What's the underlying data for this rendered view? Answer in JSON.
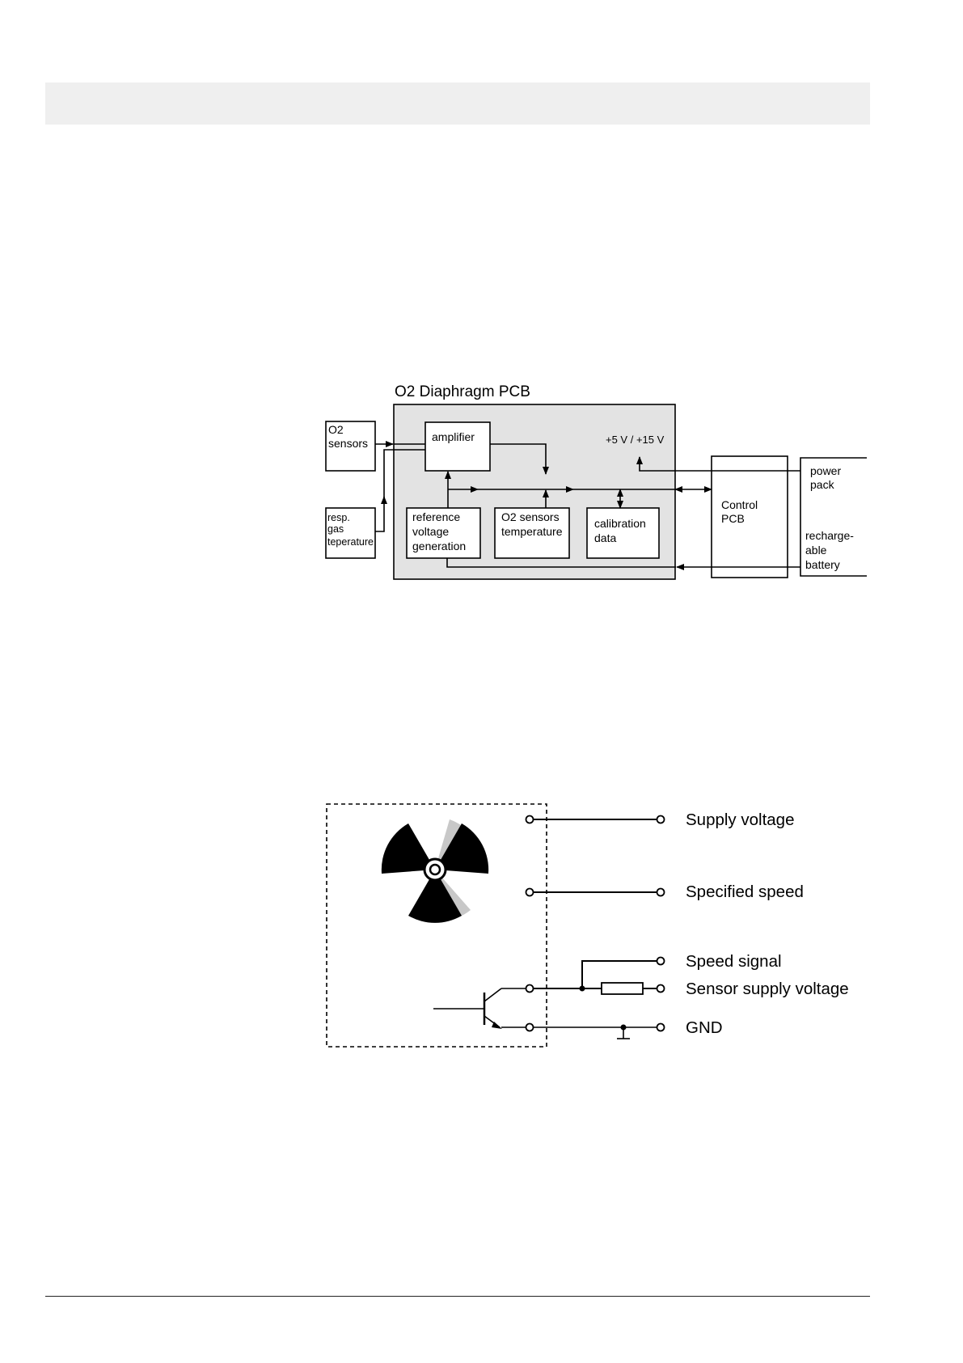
{
  "diagram1": {
    "title": "O2 Diaphragm PCB",
    "o2_sensors": [
      "O2",
      "sensors"
    ],
    "resp_gas": [
      "resp.",
      "gas",
      "teperature"
    ],
    "amplifier": "amplifier",
    "reference": [
      "reference",
      "voltage",
      "generation"
    ],
    "o2_temp": [
      "O2 sensors",
      "temperature"
    ],
    "calibration": [
      "calibration",
      "data"
    ],
    "voltage": "+5 V / +15 V",
    "control": [
      "Control",
      "PCB"
    ],
    "power_pack": [
      "power",
      "pack"
    ],
    "battery": [
      "recharge-",
      "able",
      "battery"
    ]
  },
  "diagram2": {
    "labels": {
      "supply_voltage": "Supply voltage",
      "specified_speed": "Specified speed",
      "speed_signal": "Speed signal",
      "sensor_supply": "Sensor supply voltage",
      "gnd": "GND"
    }
  }
}
